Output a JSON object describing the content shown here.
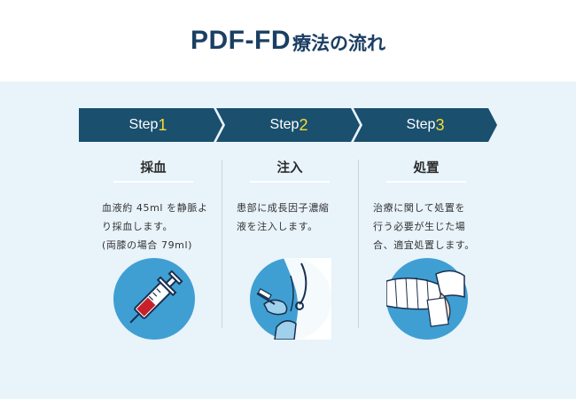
{
  "header": {
    "title_main": "PDF-FD",
    "title_sub": "療法の流れ"
  },
  "colors": {
    "title": "#1b3f63",
    "step_bar": "#1a4f6e",
    "step_number": "#f6dc2e",
    "panel_bg": "#e8f3fa",
    "circle_blue": "#3f9fd3"
  },
  "steps": [
    {
      "label": "Step",
      "number": "1",
      "title": "採血",
      "desc_lines": [
        "血液約 45ml を静脈よ",
        "り採血します。",
        "(両膝の場合 79ml)"
      ],
      "icon": "syringe-icon"
    },
    {
      "label": "Step",
      "number": "2",
      "title": "注入",
      "desc_lines": [
        "患部に成長因子濃縮",
        "液を注入します。"
      ],
      "icon": "injection-doctor-icon"
    },
    {
      "label": "Step",
      "number": "3",
      "title": "処置",
      "desc_lines": [
        "治療に関して処置を",
        "行う必要が生じた場",
        "合、適宜処置します。"
      ],
      "icon": "bandaged-arm-icon"
    }
  ]
}
